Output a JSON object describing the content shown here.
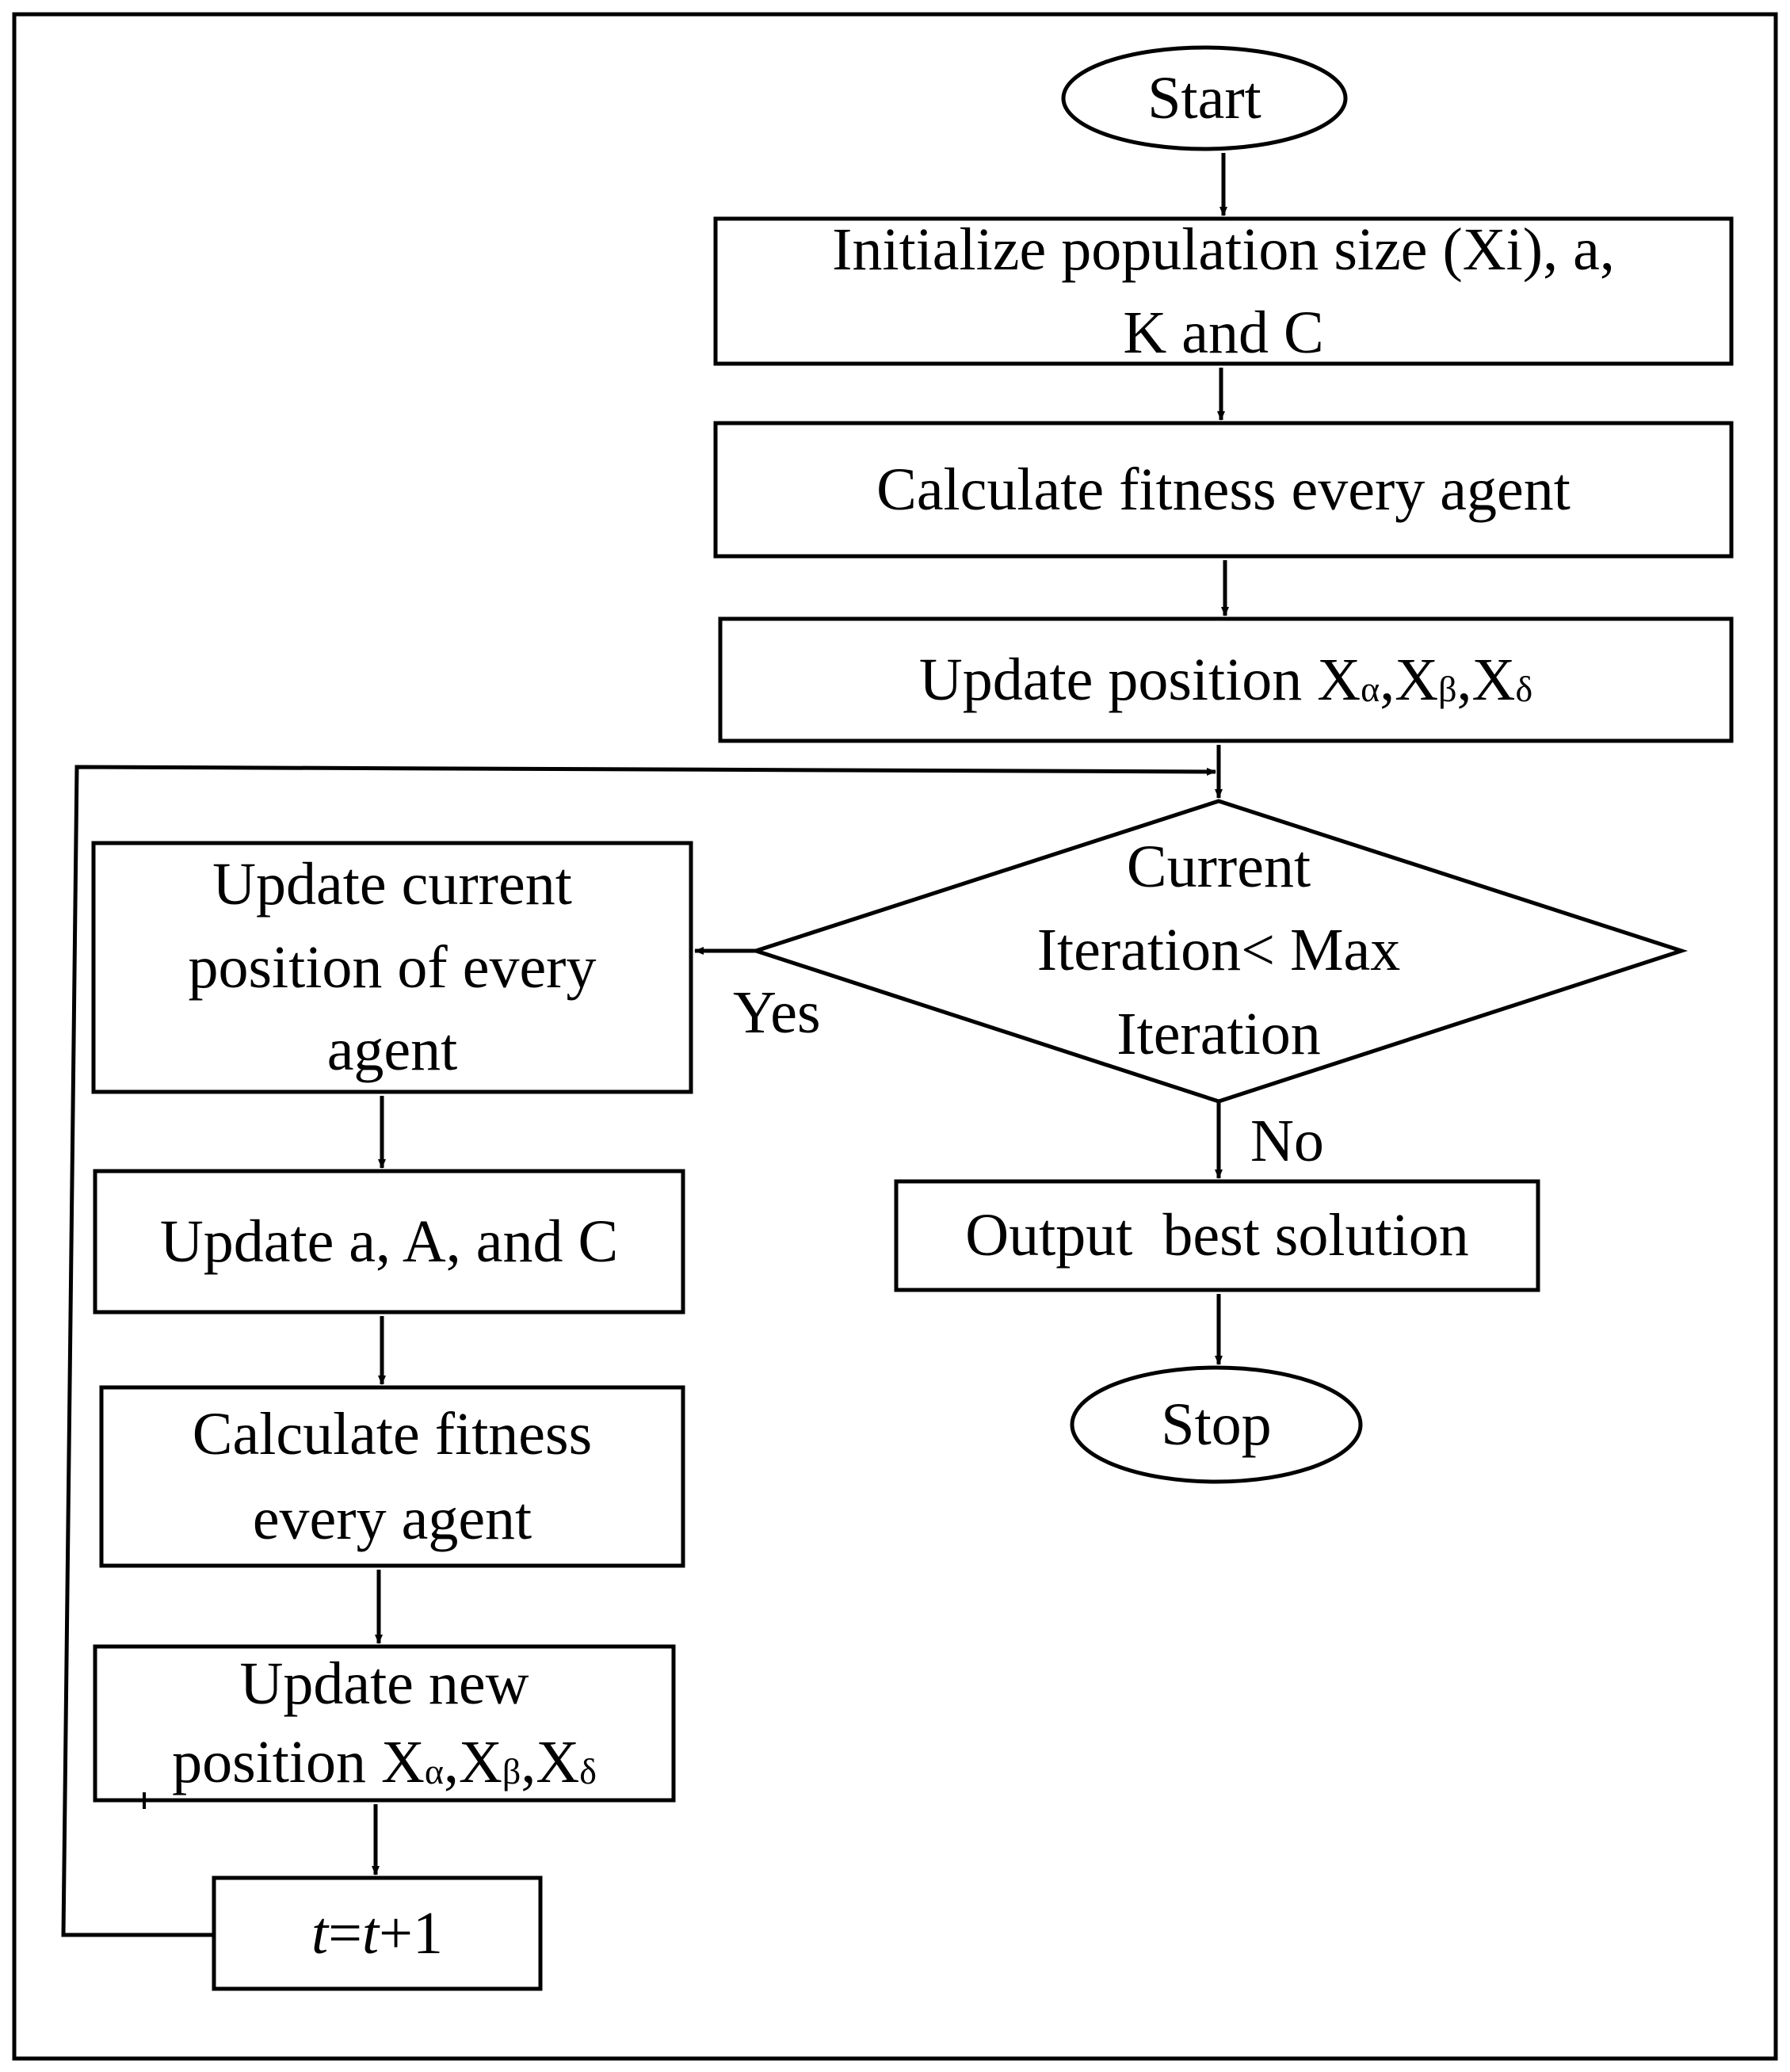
{
  "nodes": {
    "start": "Start",
    "init": "Initialize population size (Xi), a,\nK and C",
    "calc_fitness_1": "Calculate fitness every agent",
    "update_position_prefix": "Update position ",
    "x": "X",
    "alpha": "α",
    "beta": "β",
    "delta": "δ",
    "comma": ",",
    "decision": "Current\nIteration< Max\nIteration",
    "update_current": "Update current\nposition of every\nagent",
    "update_a_A_C": "Update a, A, and C",
    "calc_fitness_2": "Calculate fitness\nevery agent",
    "update_new_line1": "Update new",
    "update_new_prefix": "position ",
    "t_var": "t",
    "t_eq": "=",
    "t_plus_one": "+1",
    "output": "Output  best solution",
    "stop": "Stop"
  },
  "edges": {
    "yes": "Yes",
    "no": "No"
  }
}
